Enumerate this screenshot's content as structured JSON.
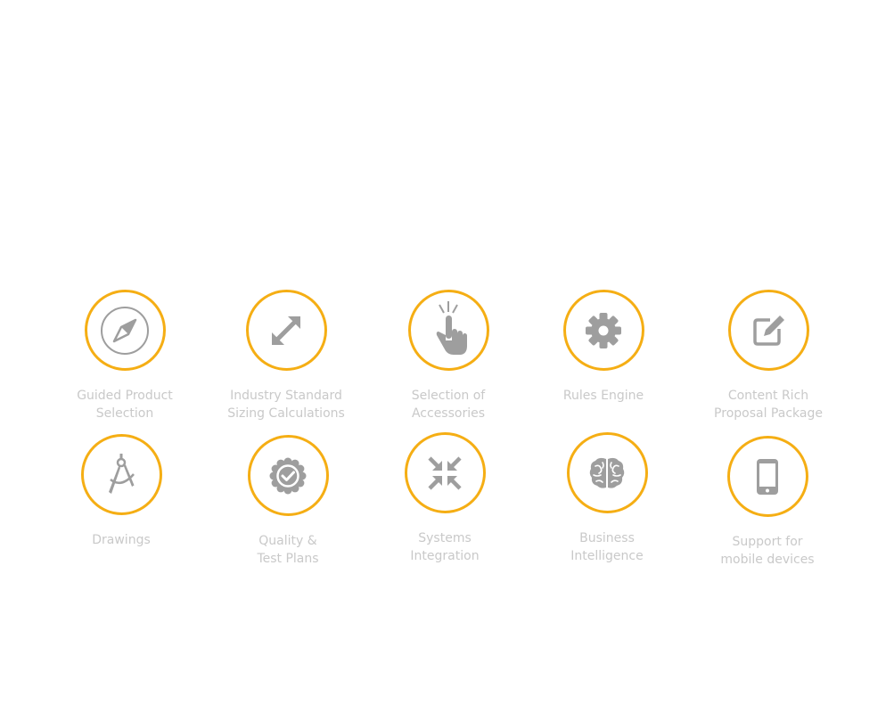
{
  "features": [
    {
      "line1": "Guided Product",
      "line2": "Selection",
      "icon": "compass-icon"
    },
    {
      "line1": "Industry Standard",
      "line2": "Sizing Calculations",
      "icon": "expand-arrows-icon"
    },
    {
      "line1": "Selection of",
      "line2": "Accessories",
      "icon": "pointer-hand-icon"
    },
    {
      "line1": "Rules Engine",
      "line2": "",
      "icon": "gear-icon"
    },
    {
      "line1": "Content Rich",
      "line2": "Proposal Package",
      "icon": "edit-icon"
    },
    {
      "line1": "Drawings",
      "line2": "",
      "icon": "drafting-compass-icon"
    },
    {
      "line1": "Quality &",
      "line2": "Test Plans",
      "icon": "badge-check-icon"
    },
    {
      "line1": "Systems",
      "line2": "Integration",
      "icon": "compress-arrows-icon"
    },
    {
      "line1": "Business",
      "line2": "Intelligence",
      "icon": "brain-icon"
    },
    {
      "line1": "Support for",
      "line2": "mobile devices",
      "icon": "mobile-device-icon"
    }
  ],
  "colors": {
    "accent": "#f5ae14",
    "icon": "#9e9e9e",
    "label": "#c9c9c9"
  }
}
